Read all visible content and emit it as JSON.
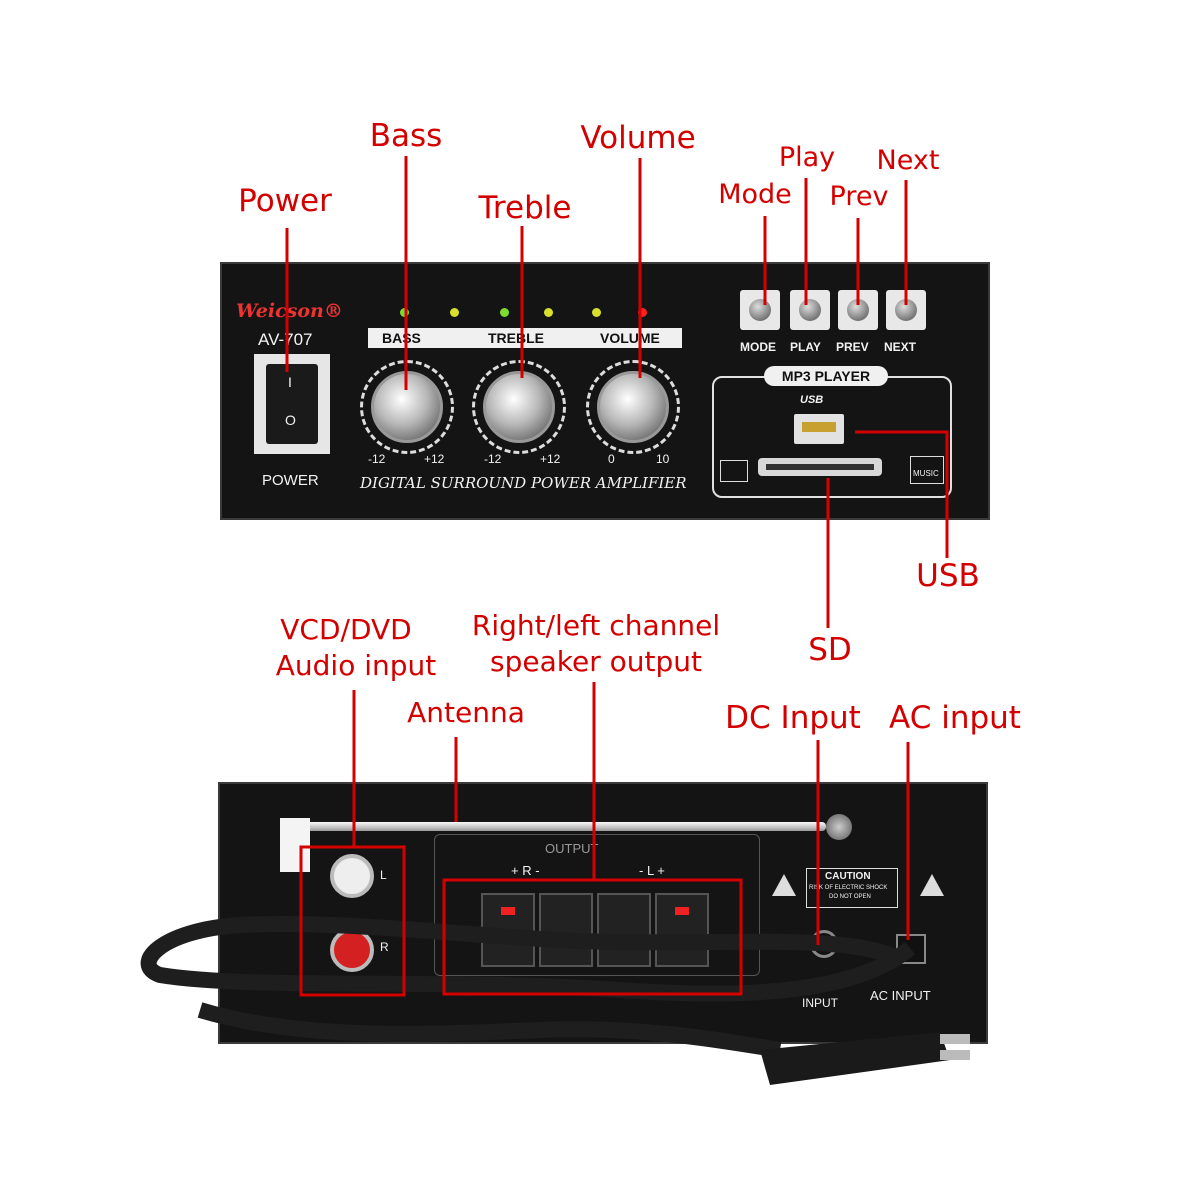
{
  "callouts": {
    "power": "Power",
    "bass": "Bass",
    "treble": "Treble",
    "volume": "Volume",
    "mode": "Mode",
    "play": "Play",
    "prev": "Prev",
    "next": "Next",
    "usb": "USB",
    "sd": "SD",
    "vcd_dvd_line1": "VCD/DVD",
    "vcd_dvd_line2": "Audio input",
    "antenna": "Antenna",
    "speaker_line1": "Right/left channel",
    "speaker_line2": "speaker output",
    "dc_input": "DC Input",
    "ac_input": "AC input"
  },
  "front_panel": {
    "brand": "Weicson®",
    "model": "AV-707",
    "power_label": "POWER",
    "switch_on": "I",
    "switch_off": "O",
    "knob_labels": [
      "BASS",
      "TREBLE",
      "VOLUME"
    ],
    "bass_min": "-12",
    "bass_max": "+12",
    "treble_min": "-12",
    "treble_max": "+12",
    "volume_min": "0",
    "volume_max": "10",
    "subtitle": "DIGITAL SURROUND POWER AMPLIFIER",
    "button_labels": [
      "MODE",
      "PLAY",
      "PREV",
      "NEXT"
    ],
    "mp3_label": "MP3 PLAYER",
    "usb_logo": "USB",
    "music_badge": "MUSIC"
  },
  "rear_panel": {
    "output_label": "OUTPUT",
    "r_terminal": "+ R -",
    "l_terminal": "- L +",
    "rca_l": "L",
    "rca_r": "R",
    "caution": "CAUTION",
    "caution_line1": "RISK OF ELECTRIC SHOCK",
    "caution_line2": "DO NOT OPEN",
    "dc_label": "INPUT",
    "ac_label": "AC INPUT"
  },
  "colors": {
    "callout": "#d40000",
    "panel": "#141414",
    "led_green": "#7ddc2e",
    "led_yellow": "#d8e02a",
    "led_red": "#ff2020"
  }
}
